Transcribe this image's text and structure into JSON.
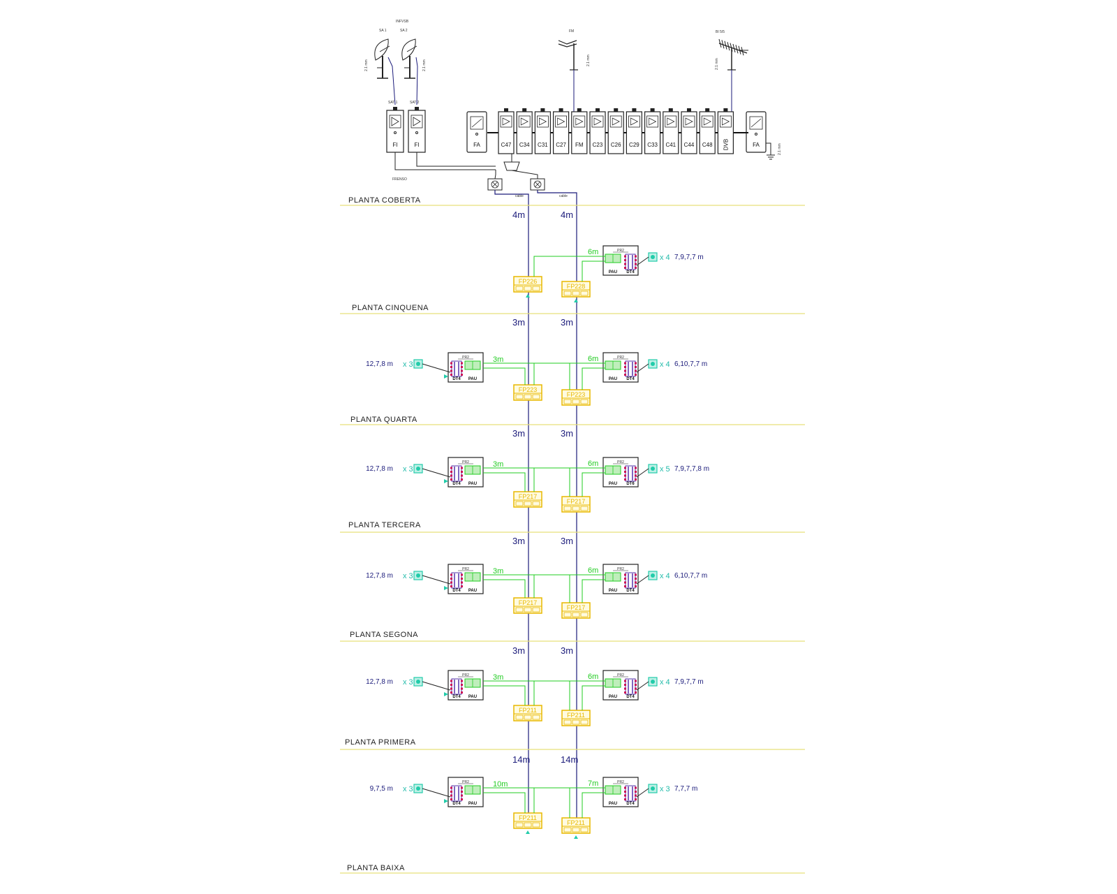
{
  "head_end": {
    "satellite_group": "INFVSB",
    "sat1": "SA 1",
    "sat2": "SA 2",
    "fm_antenna": "FM",
    "tv_antenna": "BI 5/5",
    "mast_tag": "2.1 mm",
    "sat_amp1": "SAT 1",
    "sat_amp2": "SAT 2",
    "fi_label": "FI",
    "fa_label": "FA",
    "modules": [
      "C47",
      "C34",
      "C31",
      "C27",
      "FM",
      "C23",
      "C26",
      "C29",
      "C33",
      "C41",
      "C44",
      "C48",
      "DVB"
    ],
    "fresno_label": "FRENSO",
    "cable1": "cable",
    "cable2": "cable"
  },
  "floors": [
    {
      "name": "PLANTA  COBERTA",
      "left_riser": "4m",
      "right_riser": "4m",
      "fp_left": "FP226",
      "fp_right": "FP228",
      "left_unit": null,
      "right_unit": {
        "pau": "PAU",
        "dt": "DT4",
        "header": "PR2",
        "branch": "6m",
        "count": "x 4",
        "dist": "7,9,7,7 m"
      }
    },
    {
      "name": "PLANTA  CINQUENA",
      "left_riser": "3m",
      "right_riser": "3m",
      "fp_left": "FP223",
      "fp_right": "FP223",
      "left_unit": {
        "pau": "PAU",
        "dt": "DT4",
        "header": "PR2",
        "branch": "3m",
        "count": "x 3",
        "dist": "12,7,8 m"
      },
      "right_unit": {
        "pau": "PAU",
        "dt": "DT4",
        "header": "PR2",
        "branch": "6m",
        "count": "x 4",
        "dist": "6,10,7,7 m"
      }
    },
    {
      "name": "PLANTA  QUARTA",
      "left_riser": "3m",
      "right_riser": "3m",
      "fp_left": "FP217",
      "fp_right": "FP217",
      "left_unit": {
        "pau": "PAU",
        "dt": "DT4",
        "header": "PR2",
        "branch": "3m",
        "count": "x 3",
        "dist": "12,7,8 m"
      },
      "right_unit": {
        "pau": "PAU",
        "dt": "DT6",
        "header": "PR2",
        "branch": "6m",
        "count": "x 5",
        "dist": "7,9,7,7,8 m"
      }
    },
    {
      "name": "PLANTA  TERCERA",
      "left_riser": "3m",
      "right_riser": "3m",
      "fp_left": "FP217",
      "fp_right": "FP217",
      "left_unit": {
        "pau": "PAU",
        "dt": "DT4",
        "header": "PR2",
        "branch": "3m",
        "count": "x 3",
        "dist": "12,7,8 m"
      },
      "right_unit": {
        "pau": "PAU",
        "dt": "DT4",
        "header": "PR2",
        "branch": "6m",
        "count": "x 4",
        "dist": "6,10,7,7 m"
      }
    },
    {
      "name": "PLANTA  SEGONA",
      "left_riser": "3m",
      "right_riser": "3m",
      "fp_left": "FP211",
      "fp_right": "FP211",
      "left_unit": {
        "pau": "PAU",
        "dt": "DT4",
        "header": "PR2",
        "branch": "3m",
        "count": "x 3",
        "dist": "12,7,8 m"
      },
      "right_unit": {
        "pau": "PAU",
        "dt": "DT4",
        "header": "PR2",
        "branch": "6m",
        "count": "x 4",
        "dist": "7,9,7,7 m"
      }
    },
    {
      "name": "PLANTA PRIMERA",
      "left_riser": "14m",
      "right_riser": "14m",
      "fp_left": "FP211",
      "fp_right": "FP211",
      "left_unit": {
        "pau": "PAU",
        "dt": "DT4",
        "header": "PR2",
        "branch": "10m",
        "count": "x 3",
        "dist": "9,7,5 m"
      },
      "right_unit": {
        "pau": "PAU",
        "dt": "DT4",
        "header": "PR2",
        "branch": "7m",
        "count": "x 3",
        "dist": "7,7,7 m"
      }
    }
  ],
  "bottom_floor": "PLANTA BAIXA",
  "colors": {
    "riser": "#1a1a7a",
    "branch": "#22cc22",
    "tap": "#e8b800",
    "outlet": "#22ccaa",
    "floor_line": "#e8e07a",
    "connector": "#cc1155"
  }
}
